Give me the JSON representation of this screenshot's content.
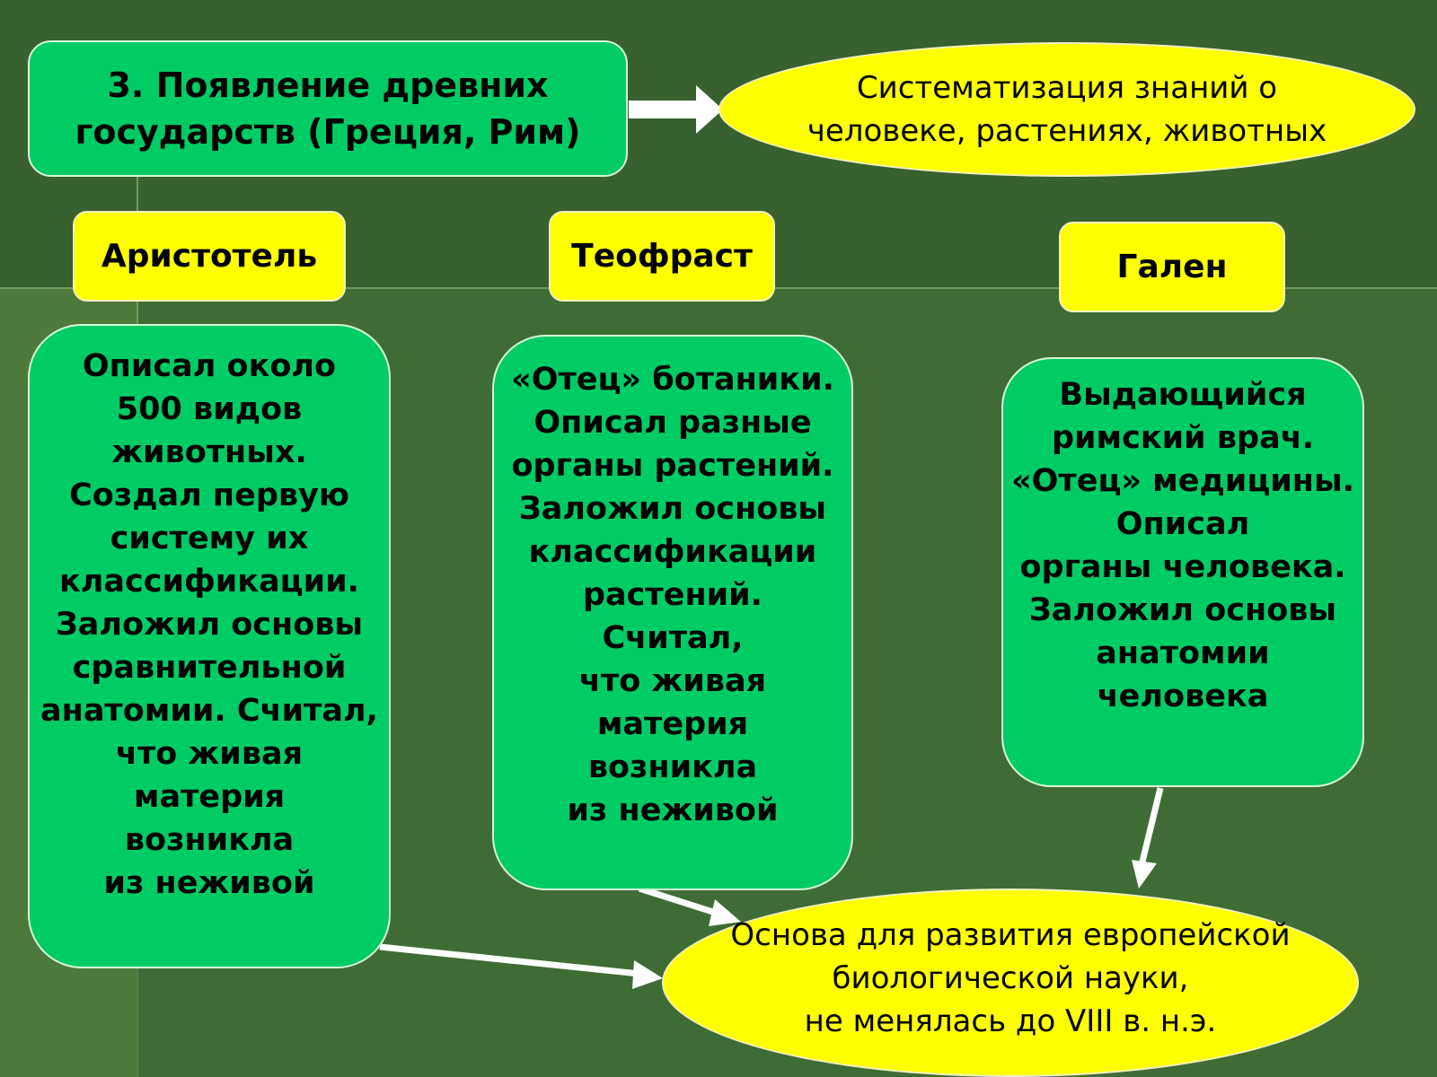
{
  "title": "3. Появление древних\nгосударств (Греция, Рим)",
  "systematization": "Систематизация  знаний о\nчеловеке, растениях, животных",
  "scientists": [
    {
      "name": "Аристотель",
      "description": "Описал около\n500 видов\nживотных.\nСоздал первую\nсистему их\nклассификации.\nЗаложил основы\nсравнительной\nанатомии. Считал,\nчто живая\nматерия\nвозникла\nиз неживой"
    },
    {
      "name": "Теофраст",
      "description": "«Отец» ботаники.\nОписал разные\nорганы растений.\nЗаложил основы\nклассификации\nрастений.\nСчитал,\nчто живая\nматерия\nвозникла\nиз неживой"
    },
    {
      "name": "Гален",
      "description": "Выдающийся\nримский врач.\n«Отец» медицины.\nОписал\nорганы человека.\nЗаложил основы\nанатомии\nчеловека"
    }
  ],
  "conclusion": "Основа для развития европейской\nбиологической науки,\nне менялась до VIII в. н.э.",
  "colors": {
    "box_green": "#00cc66",
    "box_yellow": "#ffff00",
    "background": "#3c6532",
    "arrow": "#ffffff"
  }
}
